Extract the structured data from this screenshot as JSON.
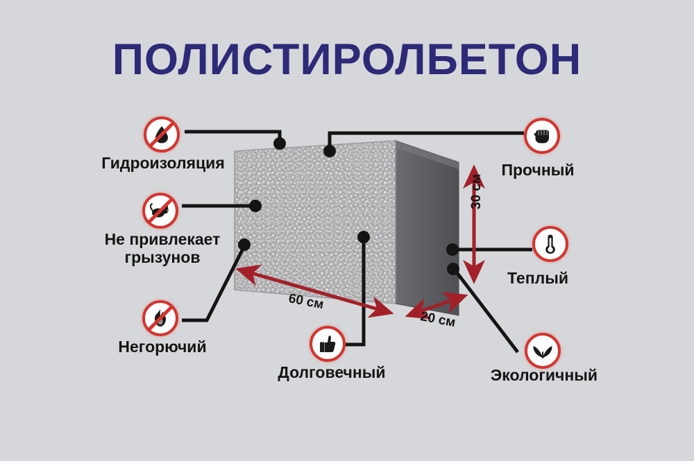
{
  "page": {
    "background_color": "#d6d7da",
    "title": "ПОЛИСТИРОЛБЕТОН",
    "title_color": "#2d2a78"
  },
  "product": {
    "name": "ПОЛИСТИРОЛБЕТОН",
    "block_front_color": "#a9a9ab",
    "block_side_color": "#5c5d61"
  },
  "dimensions": {
    "length": "60 см",
    "width": "20 см",
    "height": "30 см",
    "arrow_color": "#a32028"
  },
  "features": [
    {
      "id": "hydro",
      "label": "Гидроизоляция",
      "icon": "water-drop-icon",
      "prohibited": true
    },
    {
      "id": "rodent",
      "label": "Не привлекает\nгрызунов",
      "icon": "mouse-icon",
      "prohibited": true
    },
    {
      "id": "fire",
      "label": "Негорючий",
      "icon": "flame-icon",
      "prohibited": true
    },
    {
      "id": "durable",
      "label": "Долговечный",
      "icon": "thumbs-up-icon",
      "prohibited": false
    },
    {
      "id": "strong",
      "label": "Прочный",
      "icon": "fist-icon",
      "prohibited": false
    },
    {
      "id": "warm",
      "label": "Теплый",
      "icon": "thermometer-icon",
      "prohibited": false
    },
    {
      "id": "eco",
      "label": "Экологичный",
      "icon": "leaf-sprout-icon",
      "prohibited": false
    }
  ],
  "colors": {
    "badge_border": "#d4352f",
    "badge_fill": "#fdfdfd",
    "leader_line": "#141414",
    "label_text": "#141414"
  }
}
